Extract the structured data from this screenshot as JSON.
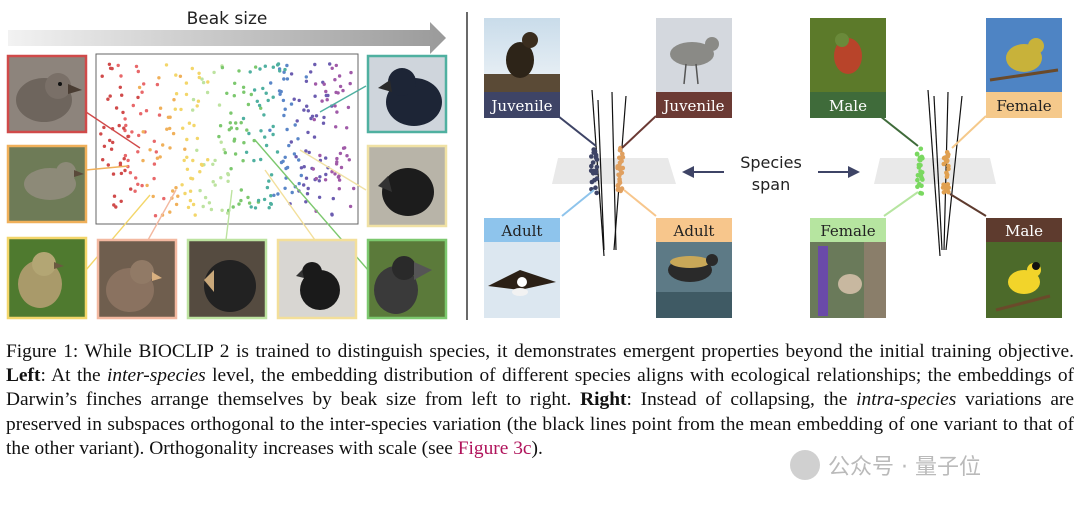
{
  "left_panel": {
    "arrow_label": "Beak size"
  },
  "right_panel": {
    "species_span_line1": "Species",
    "species_span_line2": "span",
    "eagle": {
      "top_label": "Juvenile",
      "bottom_label": "Adult",
      "top_color": "#3e4466",
      "bottom_color": "#8ec4ec"
    },
    "plover": {
      "top_label": "Juvenile",
      "bottom_label": "Adult",
      "top_color": "#6b3a34",
      "bottom_color": "#f7c68c"
    },
    "hummingbird": {
      "top_label": "Male",
      "bottom_label": "Female",
      "top_color": "#3f6b3a",
      "bottom_color": "#b6e5a0"
    },
    "goldfinch": {
      "top_label": "Female",
      "bottom_label": "Male",
      "top_color": "#f5c98b",
      "bottom_color": "#5e3b2e"
    }
  },
  "caption": {
    "figure_label": "Figure 1:",
    "p1": " While B",
    "p1_sc": "IO",
    "p2": "CLIP 2 is trained to distinguish species, it demonstrates emergent properties beyond the initial training objective. ",
    "left_bold": "Left",
    "p3": ": At the ",
    "inter_italic": "inter-species",
    "p4": " level, the embedding distribution of different species aligns with ecological relationships; the embeddings of Darwin’s finches arrange themselves by beak size from left to right. ",
    "right_bold": "Right",
    "p5": ": Instead of collapsing, the ",
    "intra_italic": "intra-species",
    "p6": " variations are preserved in subspaces orthogonal to the inter-species variation (the black lines point from the mean embedding of one variant to that of the other variant). Orthogonality increases with scale (see ",
    "link": "Figure 3c",
    "p7": ")."
  },
  "watermark": "公众号 · 量子位"
}
